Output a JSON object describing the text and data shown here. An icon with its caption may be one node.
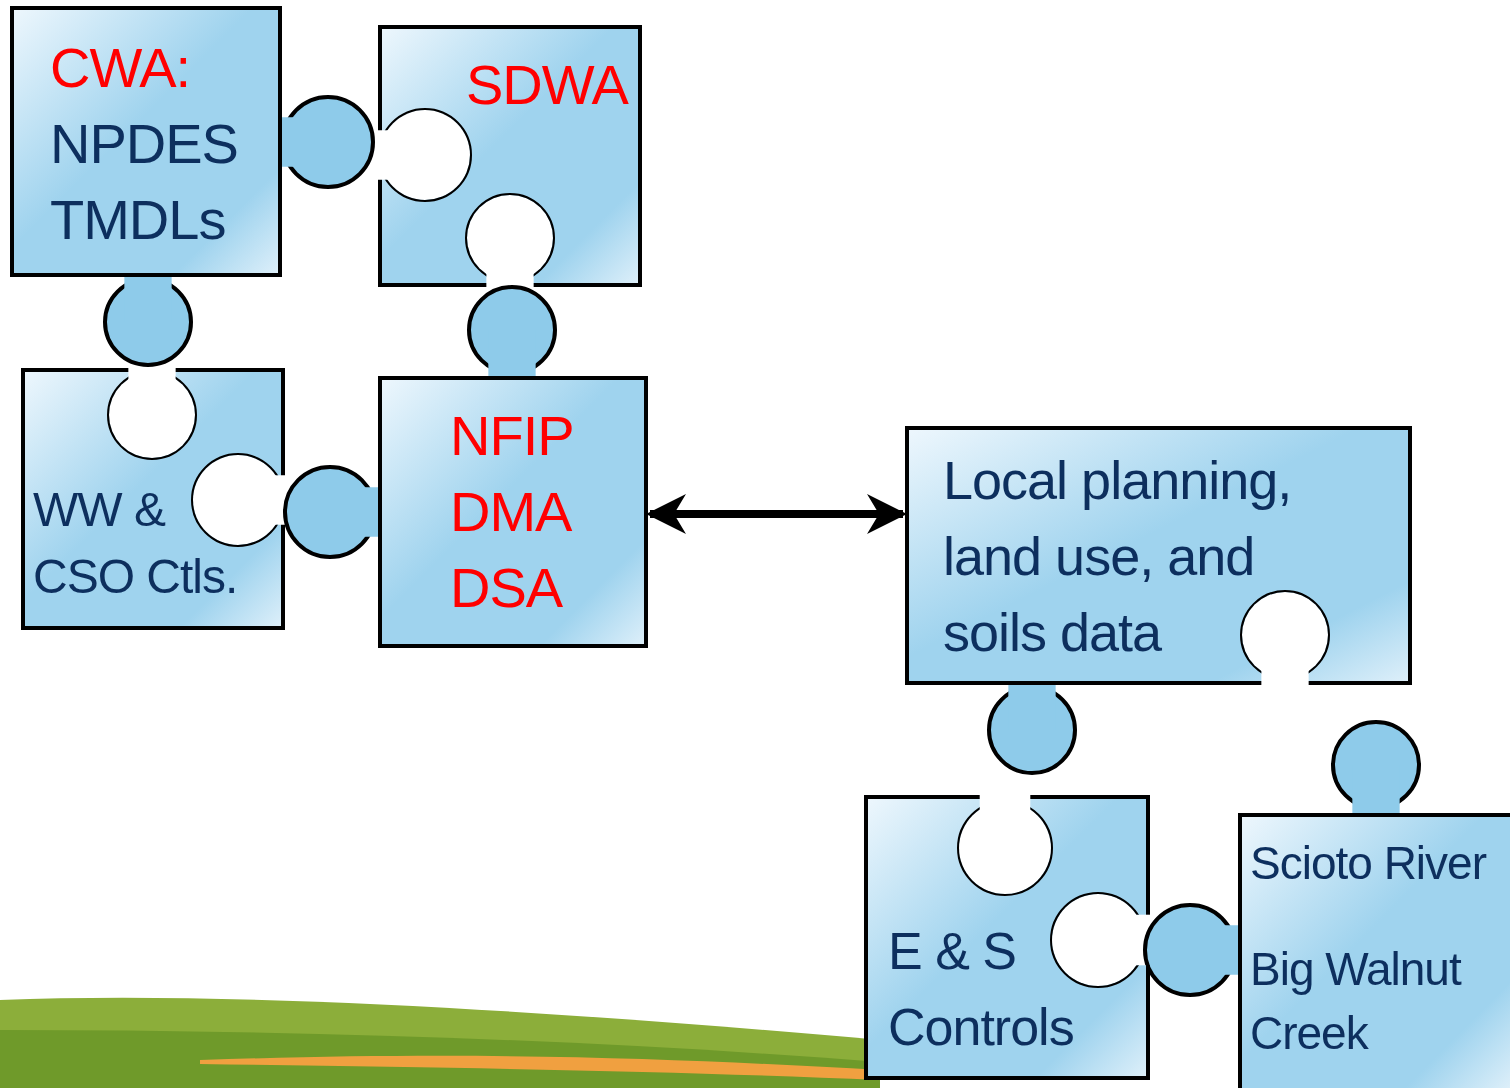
{
  "diagram": {
    "nodes": [
      {
        "text": [
          "CWA:",
          "NPDES TMDLs"
        ]
      },
      {
        "text": [
          "SDWA"
        ]
      },
      {
        "text": [
          "WW & CSO Ctls."
        ]
      },
      {
        "text": [
          "NFIP DMA DSA"
        ]
      },
      {
        "text": [
          "Local planning, land use, and soils data"
        ]
      },
      {
        "text": [
          "E & S Controls"
        ]
      },
      {
        "text": [
          "Scioto River",
          "Big Walnut Creek"
        ]
      }
    ],
    "edges": [
      {
        "from": 3,
        "to": 4,
        "arrow": "both"
      }
    ]
  }
}
